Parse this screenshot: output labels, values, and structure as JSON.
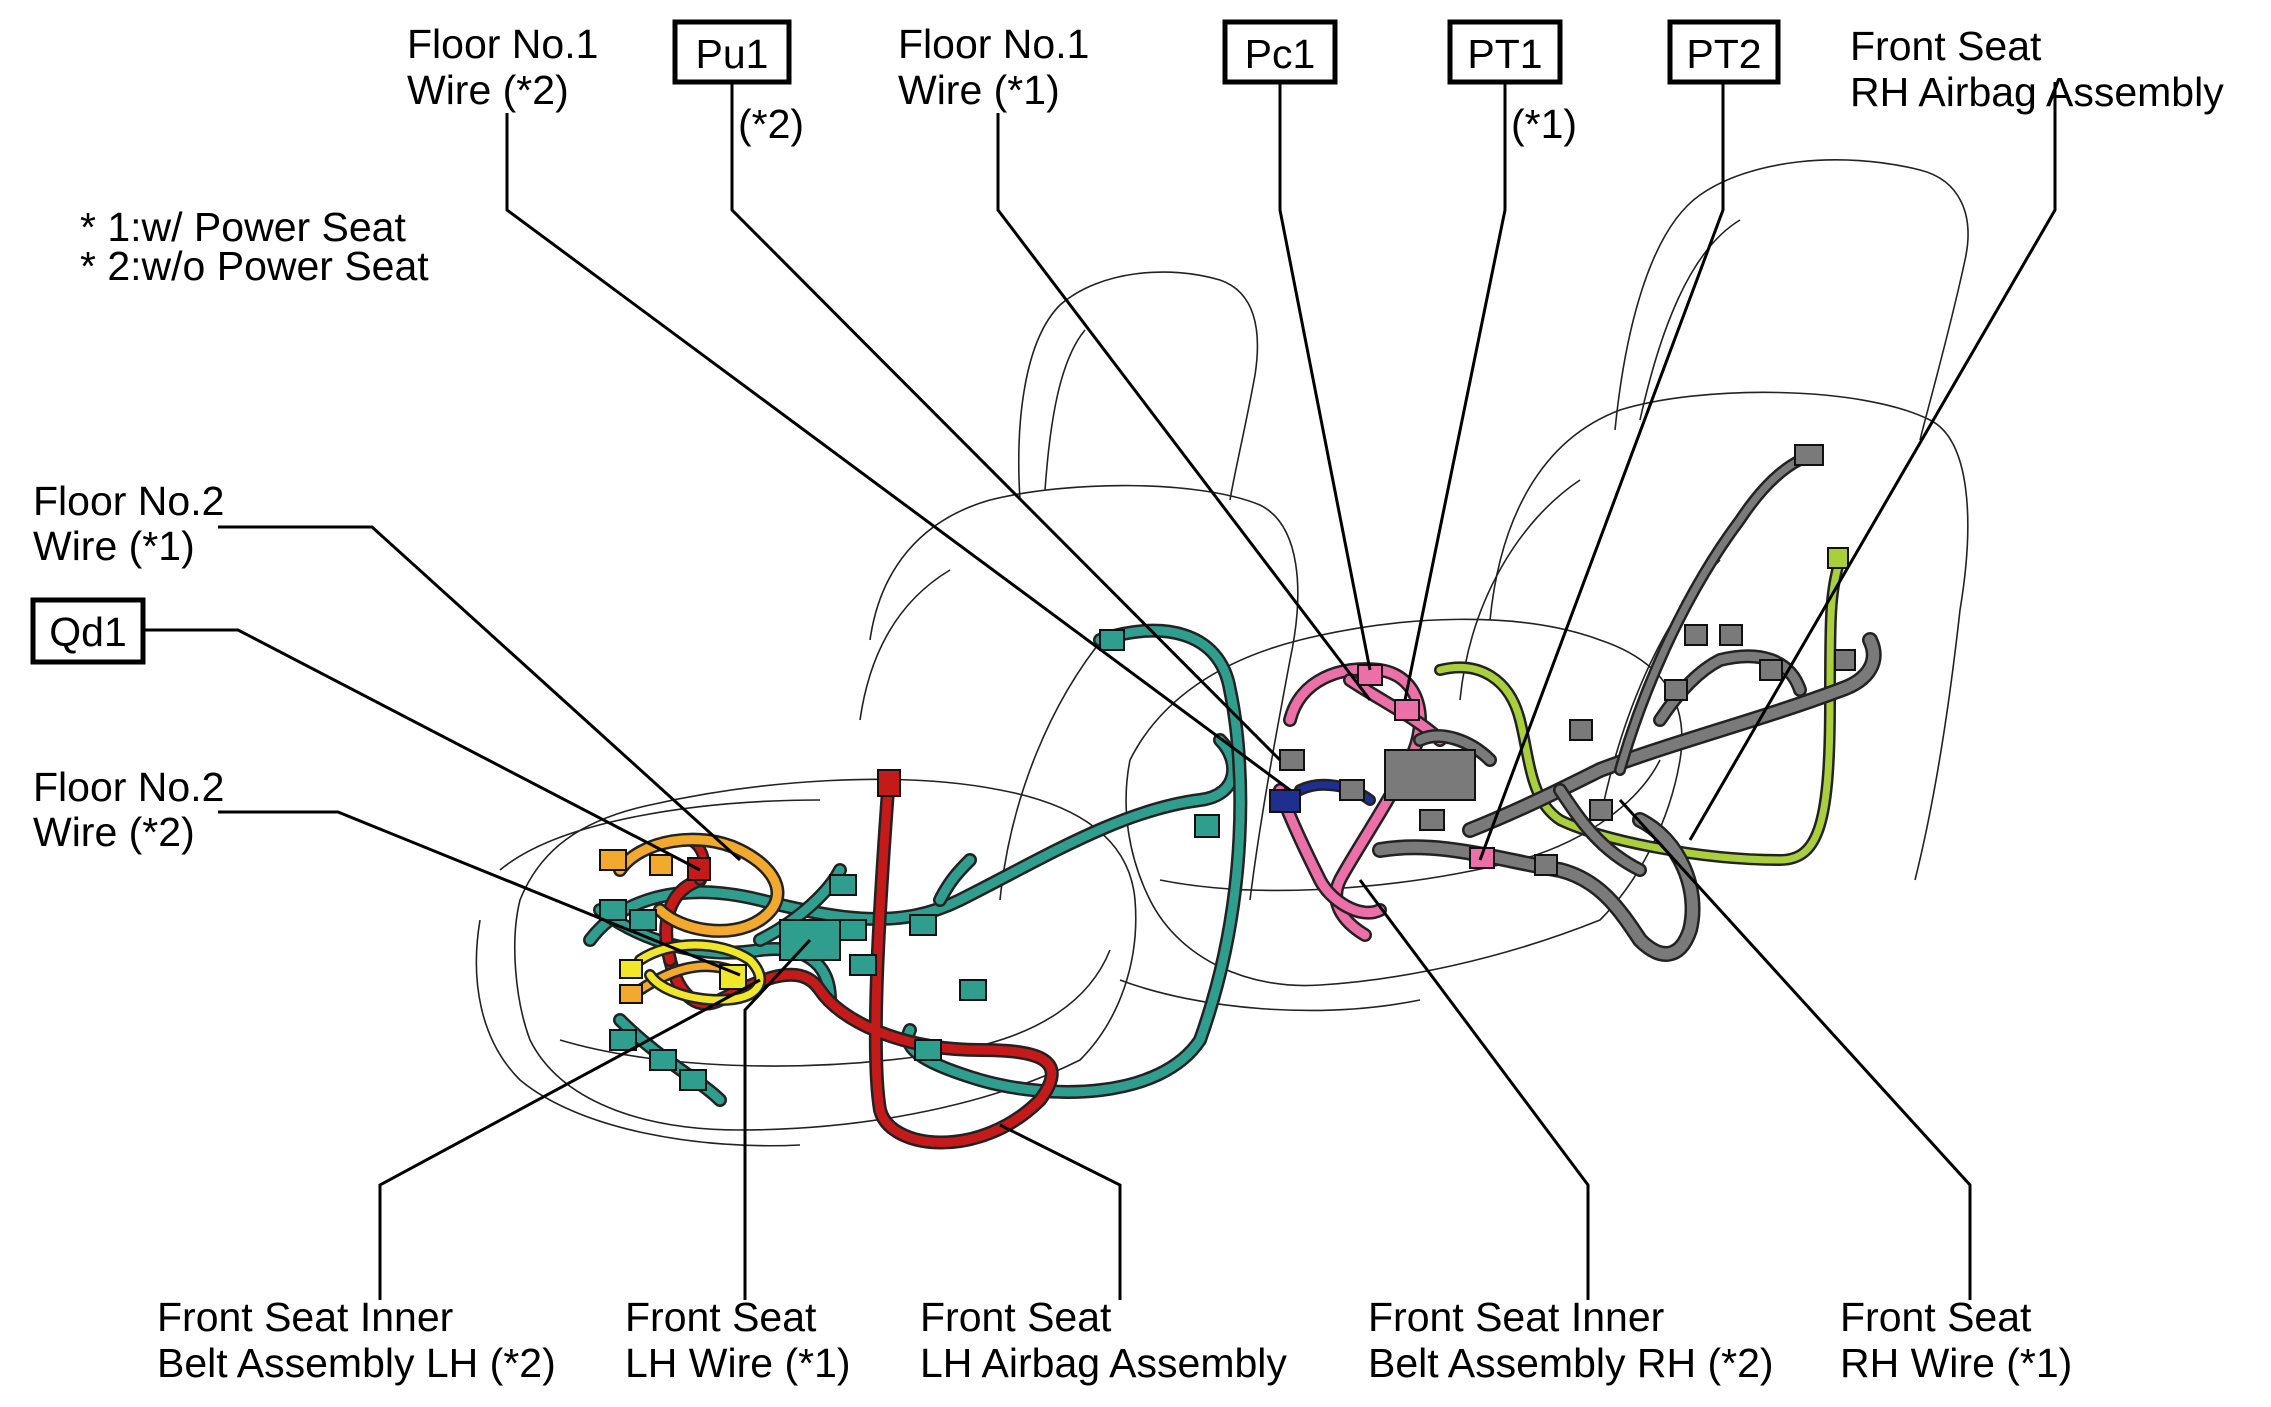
{
  "notes": {
    "line1": "* 1:w/ Power Seat",
    "line2": "* 2:w/o Power Seat"
  },
  "codes": {
    "pu1": {
      "code": "Pu1",
      "note": "(*2)"
    },
    "pc1": {
      "code": "Pc1"
    },
    "pt1": {
      "code": "PT1",
      "note": "(*1)"
    },
    "pt2": {
      "code": "PT2"
    },
    "qd1": {
      "code": "Qd1"
    }
  },
  "labels": {
    "floor_no1_wire_2": [
      "Floor No.1",
      "Wire (*2)"
    ],
    "floor_no1_wire_1": [
      "Floor No.1",
      "Wire (*1)"
    ],
    "front_seat_rh_airbag": [
      "Front Seat",
      "RH Airbag Assembly"
    ],
    "floor_no2_wire_1": [
      "Floor No.2",
      "Wire (*1)"
    ],
    "floor_no2_wire_2": [
      "Floor No.2",
      "Wire (*2)"
    ],
    "inner_belt_lh": [
      "Front Seat Inner",
      "Belt Assembly LH (*2)"
    ],
    "lh_wire": [
      "Front Seat",
      "LH Wire (*1)"
    ],
    "lh_airbag": [
      "Front Seat",
      "LH Airbag Assembly"
    ],
    "inner_belt_rh": [
      "Front Seat Inner",
      "Belt Assembly RH (*2)"
    ],
    "rh_wire": [
      "Front Seat",
      "RH Wire (*1)"
    ]
  },
  "colors": {
    "teal": "#2f9e8f",
    "red": "#c41a1a",
    "orange": "#f2a92d",
    "yellow": "#f0e62a",
    "pink": "#ec6fa8",
    "lime": "#a9cf3c",
    "gray": "#7a7a7a",
    "navy": "#1f2f8f"
  }
}
